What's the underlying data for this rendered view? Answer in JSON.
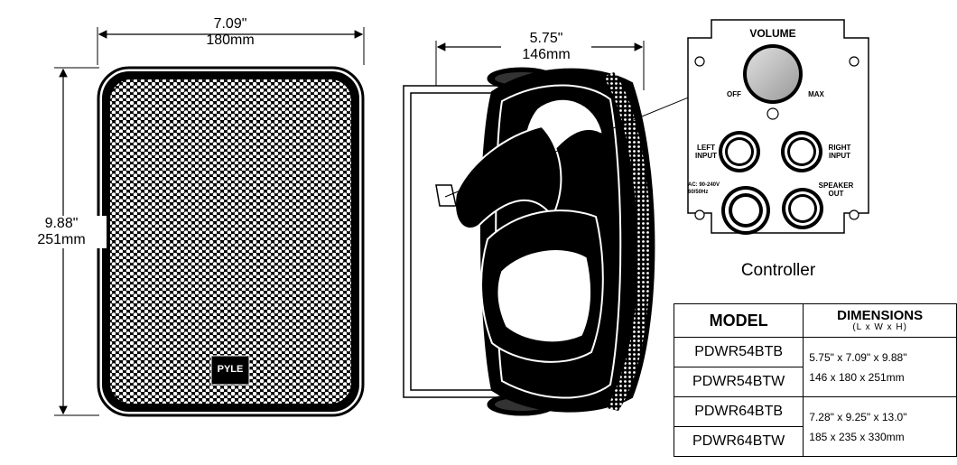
{
  "front_view": {
    "width_in": "7.09\"",
    "width_mm": "180mm",
    "height_in": "9.88\"",
    "height_mm": "251mm",
    "logo": "PYLE"
  },
  "side_view": {
    "depth_in": "5.75\"",
    "depth_mm": "146mm"
  },
  "controller": {
    "caption": "Controller",
    "volume_label": "VOLUME",
    "off_label": "OFF",
    "max_label": "MAX",
    "left_input_label": "LEFT\nINPUT",
    "right_input_label": "RIGHT\nINPUT",
    "ac_label": "AC: 90-240V\n60/50Hz",
    "speaker_out_label": "SPEAKER\nOUT"
  },
  "spec_table": {
    "header_model": "MODEL",
    "header_dimensions": "DIMENSIONS",
    "header_dimensions_sub": "(L x W x H)",
    "groups": [
      {
        "models": [
          "PDWR54BTB",
          "PDWR54BTW"
        ],
        "dimensions_in": "5.75\" x 7.09\" x 9.88\"",
        "dimensions_mm": "146 x 180 x 251mm"
      },
      {
        "models": [
          "PDWR64BTB",
          "PDWR64BTW"
        ],
        "dimensions_in": "7.28\" x 9.25\" x 13.0\"",
        "dimensions_mm": "185 x 235 x 330mm"
      }
    ]
  }
}
